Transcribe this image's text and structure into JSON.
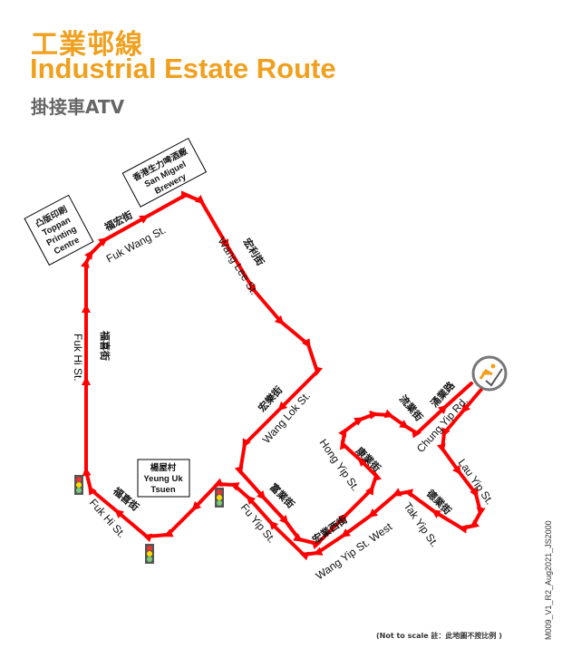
{
  "header": {
    "title_zh": "工業邨線",
    "title_en": "Industrial Estate Route",
    "subtitle": "掛接車ATV"
  },
  "landmarks": [
    {
      "zh": "凸版印刷",
      "en1": "Toppan",
      "en2": "Printing",
      "en3": "Centre"
    },
    {
      "zh": "香港生力啤酒廠",
      "en1": "San Miguel",
      "en2": "Brewery"
    },
    {
      "zh": "楊屋村",
      "en1": "Yeung Uk",
      "en2": "Tsuen"
    }
  ],
  "streets": {
    "fuk_wang": {
      "zh": "福宏街",
      "en": "Fuk Wang St."
    },
    "wang_lee": {
      "zh": "宏利街",
      "en": "Wang Lee St."
    },
    "fuk_hi_v": {
      "zh": "福喜街",
      "en": "Fuk Hi St."
    },
    "fuk_hi_d": {
      "zh": "福喜街",
      "en": "Fuk Hi St."
    },
    "wang_lok": {
      "zh": "宏樂街",
      "en": "Wang Lok St."
    },
    "fu_yip": {
      "zh": "富業街",
      "en": "Fu Yip St."
    },
    "wang_yip_w": {
      "zh": "宏業西街",
      "en": "Wang Yip St. West"
    },
    "hong_yip": {
      "zh": "康業街",
      "en": "Hong Yip St."
    },
    "lau_yip": {
      "zh": "流業街",
      "en": "Lau Yip St."
    },
    "chung_yip": {
      "zh": "涌業路",
      "en": "Chung Yip Rd."
    },
    "tak_yip": {
      "zh": "德業街",
      "en": "Tak Yip St."
    }
  },
  "colors": {
    "route": "#ff0000",
    "accent": "#f0a01e",
    "icon_ring": "#777777"
  },
  "icons": [
    "atv-ride-icon",
    "traffic-light-icon"
  ],
  "footer": {
    "note": "(Not to scale 註：此地圖不按比例 )",
    "code": "M009_V1_R2_Aug2021_JS2000"
  }
}
